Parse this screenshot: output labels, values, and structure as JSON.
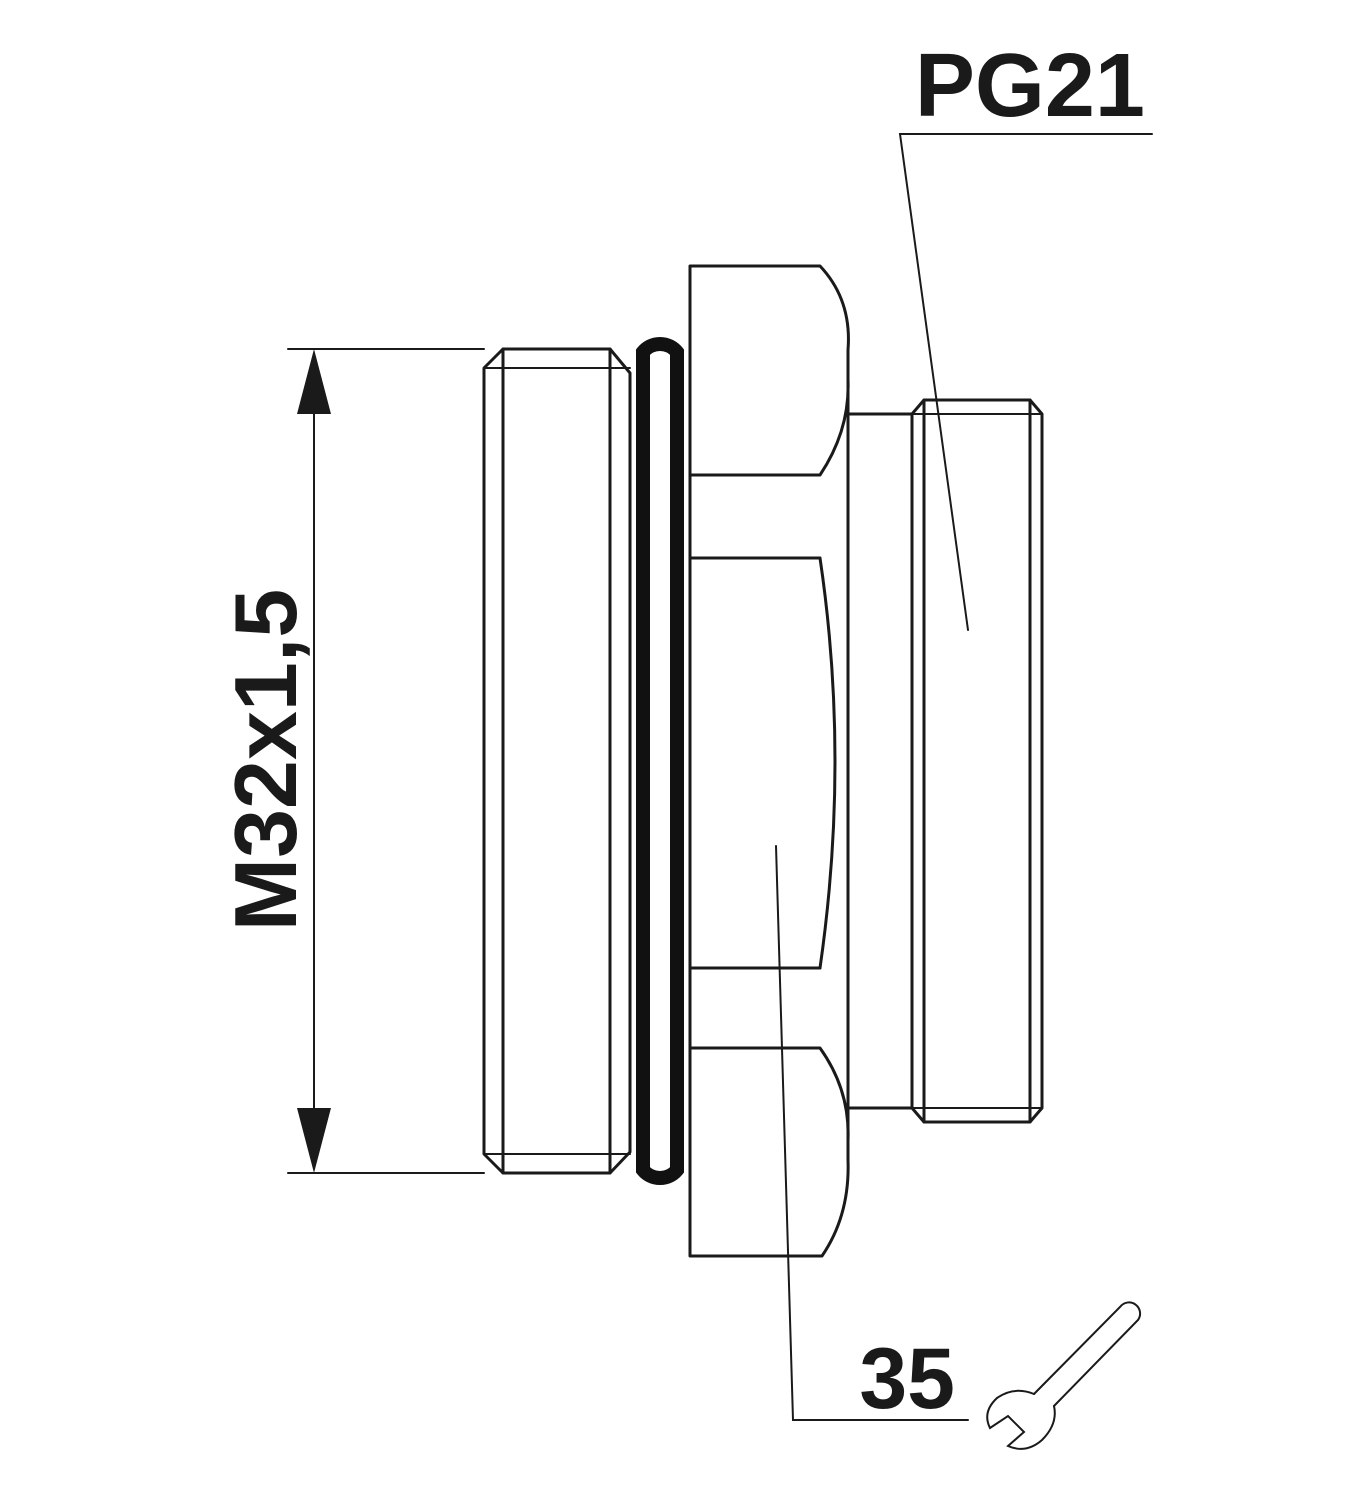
{
  "labels": {
    "outer_thread": "M32x1,5",
    "inner_thread": "PG21",
    "wrench_size": "35"
  },
  "icons": {
    "wrench": "wrench-icon"
  },
  "colors": {
    "line": "#1a1a1a",
    "background": "#ffffff"
  }
}
